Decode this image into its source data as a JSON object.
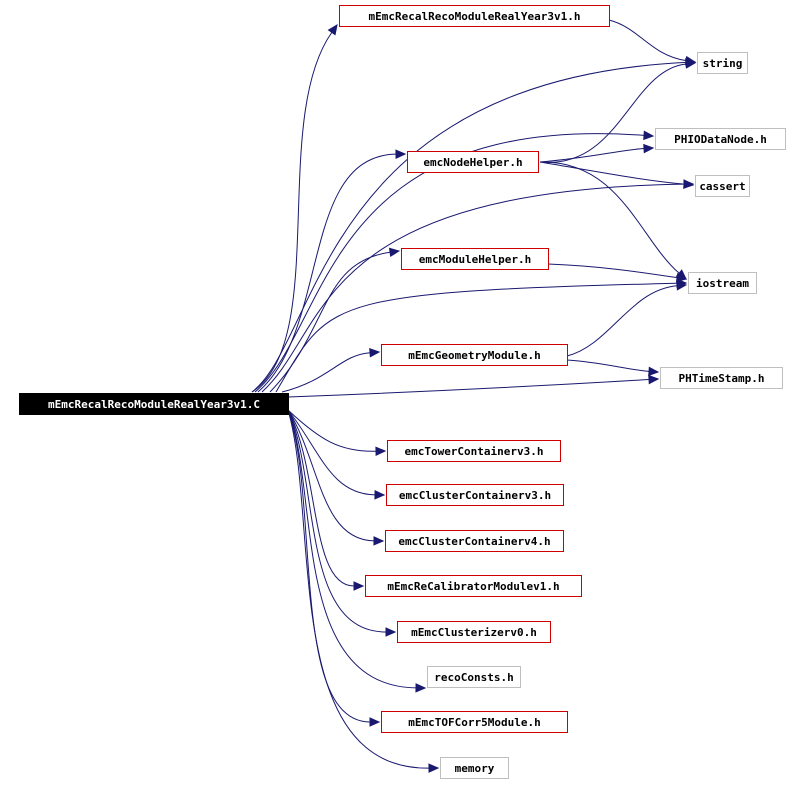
{
  "colors": {
    "edge": "#191970",
    "root_fill": "#000000",
    "root_text": "#ffffff",
    "project_border": "#cc0000",
    "external_border": "#bfbfbf",
    "background": "#ffffff"
  },
  "graph": {
    "root": {
      "id": "root",
      "label": "mEmcRecalRecoModuleRealYear3v1.C"
    },
    "nodes": [
      {
        "id": "modh",
        "label": "mEmcRecalRecoModuleRealYear3v1.h",
        "kind": "project"
      },
      {
        "id": "string",
        "label": "string",
        "kind": "external"
      },
      {
        "id": "phio",
        "label": "PHIODataNode.h",
        "kind": "external"
      },
      {
        "id": "node",
        "label": "emcNodeHelper.h",
        "kind": "project"
      },
      {
        "id": "cassert",
        "label": "cassert",
        "kind": "external"
      },
      {
        "id": "module",
        "label": "emcModuleHelper.h",
        "kind": "project"
      },
      {
        "id": "iostream",
        "label": "iostream",
        "kind": "external"
      },
      {
        "id": "geom",
        "label": "mEmcGeometryModule.h",
        "kind": "project"
      },
      {
        "id": "phtime",
        "label": "PHTimeStamp.h",
        "kind": "external"
      },
      {
        "id": "tower",
        "label": "emcTowerContainerv3.h",
        "kind": "project"
      },
      {
        "id": "cl3",
        "label": "emcClusterContainerv3.h",
        "kind": "project"
      },
      {
        "id": "cl4",
        "label": "emcClusterContainerv4.h",
        "kind": "project"
      },
      {
        "id": "recal",
        "label": "mEmcReCalibratorModulev1.h",
        "kind": "project"
      },
      {
        "id": "clusterizer",
        "label": "mEmcClusterizerv0.h",
        "kind": "project"
      },
      {
        "id": "reco",
        "label": "recoConsts.h",
        "kind": "external"
      },
      {
        "id": "tof",
        "label": "mEmcTOFCorr5Module.h",
        "kind": "project"
      },
      {
        "id": "memory",
        "label": "memory",
        "kind": "external"
      }
    ],
    "edges": [
      [
        "root",
        "modh"
      ],
      [
        "root",
        "string"
      ],
      [
        "root",
        "phio"
      ],
      [
        "root",
        "node"
      ],
      [
        "root",
        "cassert"
      ],
      [
        "root",
        "module"
      ],
      [
        "root",
        "iostream"
      ],
      [
        "root",
        "geom"
      ],
      [
        "root",
        "phtime"
      ],
      [
        "root",
        "tower"
      ],
      [
        "root",
        "cl3"
      ],
      [
        "root",
        "cl4"
      ],
      [
        "root",
        "recal"
      ],
      [
        "root",
        "clusterizer"
      ],
      [
        "root",
        "reco"
      ],
      [
        "root",
        "tof"
      ],
      [
        "root",
        "memory"
      ],
      [
        "modh",
        "string"
      ],
      [
        "node",
        "string"
      ],
      [
        "node",
        "phio"
      ],
      [
        "node",
        "cassert"
      ],
      [
        "node",
        "iostream"
      ],
      [
        "module",
        "iostream"
      ],
      [
        "geom",
        "iostream"
      ],
      [
        "geom",
        "phtime"
      ]
    ]
  }
}
